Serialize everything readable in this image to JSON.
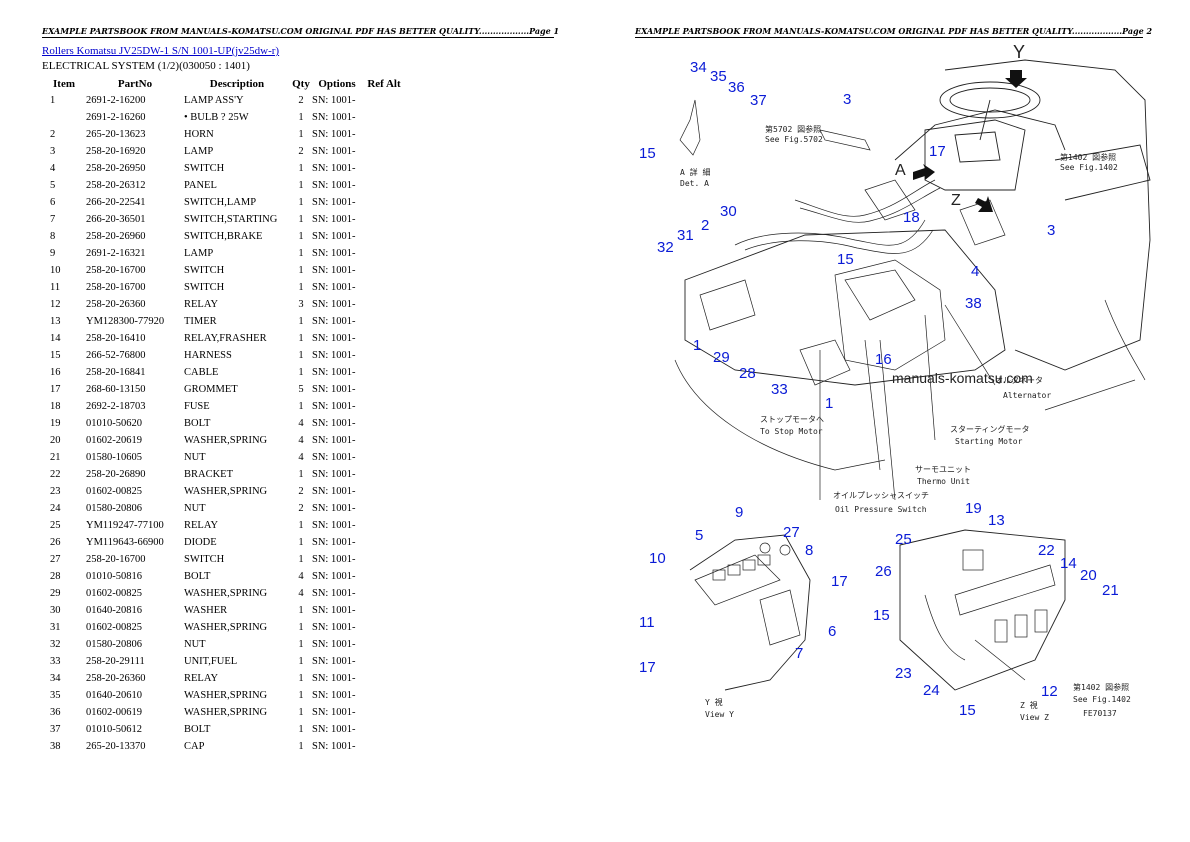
{
  "page1": {
    "header": "EXAMPLE PARTSBOOK FROM MANUALS-KOMATSU.COM ORIGINAL PDF HAS BETTER QUALITY..................Page 1",
    "title_link": "Rollers Komatsu JV25DW-1 S/N 1001-UP(jv25dw-r)",
    "subtitle": "ELECTRICAL SYSTEM (1/2)(030050 : 1401)",
    "columns": [
      "Item",
      "PartNo",
      "Description",
      "Qty",
      "Options",
      "Ref Alt"
    ],
    "rows": [
      [
        "1",
        "2691-2-16200",
        "LAMP ASS'Y",
        "2",
        "SN: 1001-",
        ""
      ],
      [
        "",
        "2691-2-16260",
        "• BULB ? 25W",
        "1",
        "SN: 1001-",
        ""
      ],
      [
        "2",
        "265-20-13623",
        "HORN",
        "1",
        "SN: 1001-",
        ""
      ],
      [
        "3",
        "258-20-16920",
        "LAMP",
        "2",
        "SN: 1001-",
        ""
      ],
      [
        "4",
        "258-20-26950",
        "SWITCH",
        "1",
        "SN: 1001-",
        ""
      ],
      [
        "5",
        "258-20-26312",
        "PANEL",
        "1",
        "SN: 1001-",
        ""
      ],
      [
        "6",
        "266-20-22541",
        "SWITCH,LAMP",
        "1",
        "SN: 1001-",
        ""
      ],
      [
        "7",
        "266-20-36501",
        "SWITCH,STARTING",
        "1",
        "SN: 1001-",
        ""
      ],
      [
        "8",
        "258-20-26960",
        "SWITCH,BRAKE",
        "1",
        "SN: 1001-",
        ""
      ],
      [
        "9",
        "2691-2-16321",
        "LAMP",
        "1",
        "SN: 1001-",
        ""
      ],
      [
        "10",
        "258-20-16700",
        "SWITCH",
        "1",
        "SN: 1001-",
        ""
      ],
      [
        "11",
        "258-20-16700",
        "SWITCH",
        "1",
        "SN: 1001-",
        ""
      ],
      [
        "12",
        "258-20-26360",
        "RELAY",
        "3",
        "SN: 1001-",
        ""
      ],
      [
        "13",
        "YM128300-77920",
        "TIMER",
        "1",
        "SN: 1001-",
        ""
      ],
      [
        "14",
        "258-20-16410",
        "RELAY,FRASHER",
        "1",
        "SN: 1001-",
        ""
      ],
      [
        "15",
        "266-52-76800",
        "HARNESS",
        "1",
        "SN: 1001-",
        ""
      ],
      [
        "16",
        "258-20-16841",
        "CABLE",
        "1",
        "SN: 1001-",
        ""
      ],
      [
        "17",
        "268-60-13150",
        "GROMMET",
        "5",
        "SN: 1001-",
        ""
      ],
      [
        "18",
        "2692-2-18703",
        "FUSE",
        "1",
        "SN: 1001-",
        ""
      ],
      [
        "19",
        "01010-50620",
        "BOLT",
        "4",
        "SN: 1001-",
        ""
      ],
      [
        "20",
        "01602-20619",
        "WASHER,SPRING",
        "4",
        "SN: 1001-",
        ""
      ],
      [
        "21",
        "01580-10605",
        "NUT",
        "4",
        "SN: 1001-",
        ""
      ],
      [
        "22",
        "258-20-26890",
        "BRACKET",
        "1",
        "SN: 1001-",
        ""
      ],
      [
        "23",
        "01602-00825",
        "WASHER,SPRING",
        "2",
        "SN: 1001-",
        ""
      ],
      [
        "24",
        "01580-20806",
        "NUT",
        "2",
        "SN: 1001-",
        ""
      ],
      [
        "25",
        "YM119247-77100",
        "RELAY",
        "1",
        "SN: 1001-",
        ""
      ],
      [
        "26",
        "YM119643-66900",
        "DIODE",
        "1",
        "SN: 1001-",
        ""
      ],
      [
        "27",
        "258-20-16700",
        "SWITCH",
        "1",
        "SN: 1001-",
        ""
      ],
      [
        "28",
        "01010-50816",
        "BOLT",
        "4",
        "SN: 1001-",
        ""
      ],
      [
        "29",
        "01602-00825",
        "WASHER,SPRING",
        "4",
        "SN: 1001-",
        ""
      ],
      [
        "30",
        "01640-20816",
        "WASHER",
        "1",
        "SN: 1001-",
        ""
      ],
      [
        "31",
        "01602-00825",
        "WASHER,SPRING",
        "1",
        "SN: 1001-",
        ""
      ],
      [
        "32",
        "01580-20806",
        "NUT",
        "1",
        "SN: 1001-",
        ""
      ],
      [
        "33",
        "258-20-29111",
        "UNIT,FUEL",
        "1",
        "SN: 1001-",
        ""
      ],
      [
        "34",
        "258-20-26360",
        "RELAY",
        "1",
        "SN: 1001-",
        ""
      ],
      [
        "35",
        "01640-20610",
        "WASHER,SPRING",
        "1",
        "SN: 1001-",
        ""
      ],
      [
        "36",
        "01602-00619",
        "WASHER,SPRING",
        "1",
        "SN: 1001-",
        ""
      ],
      [
        "37",
        "01010-50612",
        "BOLT",
        "1",
        "SN: 1001-",
        ""
      ],
      [
        "38",
        "265-20-13370",
        "CAP",
        "1",
        "SN: 1001-",
        ""
      ]
    ]
  },
  "page2": {
    "header": "EXAMPLE PARTSBOOK FROM MANUALS-KOMATSU.COM ORIGINAL PDF HAS BETTER QUALITY..................Page 2",
    "watermark": "manuals-komatsu.com",
    "labels": {
      "see_5702": "See Fig.5702",
      "see_1402_a": "See Fig.1402",
      "see_1402_b": "See Fig.1402",
      "detail_a": "Det. A",
      "alternator": "Alternator",
      "to_stop_motor": "To Stop Motor",
      "starting_motor": "Starting Motor",
      "thermo_unit": "Thermo Unit",
      "oil_pressure_switch": "Oil Pressure Switch",
      "view_y": "View Y",
      "view_z": "View Z",
      "fig_code": "FE70137",
      "letter_y": "Y",
      "letter_a": "A",
      "letter_z": "Z",
      "view_y_jp": "Y 視",
      "view_z_jp": "Z 視",
      "det_a_jp": "A 詳 細",
      "ref_5702_jp": "第5702 図参照",
      "ref_1402_jp_a": "第1402 図参照",
      "ref_1402_jp_b": "第1402 図参照",
      "to_stop_motor_jp": "ストップモータへ",
      "starting_motor_jp": "スターティングモータ",
      "thermo_unit_jp": "サーモユニット",
      "oil_pressure_switch_jp": "オイルプレッシャスイッチ",
      "alternator_jp": "オルタネータ"
    },
    "callouts": {
      "c34": "34",
      "c35": "35",
      "c36": "36",
      "c37": "37",
      "c15a": "15",
      "c3a": "3",
      "c17a": "17",
      "c3b": "3",
      "c30": "30",
      "c2": "2",
      "c31": "31",
      "c32": "32",
      "c18": "18",
      "c15b": "15",
      "c4": "4",
      "c38": "38",
      "c1a": "1",
      "c29": "29",
      "c28": "28",
      "c16": "16",
      "c33": "33",
      "c1b": "1",
      "c9": "9",
      "c5": "5",
      "c27": "27",
      "c8": "8",
      "c10": "10",
      "c17b": "17",
      "c11": "11",
      "c6": "6",
      "c7": "7",
      "c17c": "17",
      "c19": "19",
      "c13": "13",
      "c25": "25",
      "c22": "22",
      "c14": "14",
      "c26": "26",
      "c20": "20",
      "c21": "21",
      "c15c": "15",
      "c23": "23",
      "c24": "24",
      "c12": "12",
      "c15d": "15"
    }
  }
}
